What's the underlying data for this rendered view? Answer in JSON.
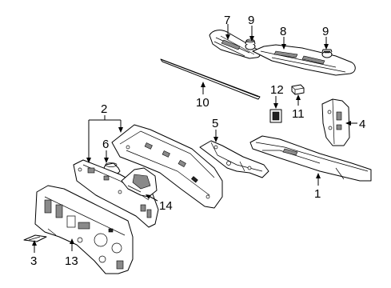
{
  "callouts": {
    "c1": "1",
    "c2": "2",
    "c3": "3",
    "c4": "4",
    "c5": "5",
    "c6": "6",
    "c7": "7",
    "c8": "8",
    "c9a": "9",
    "c9b": "9",
    "c10": "10",
    "c11": "11",
    "c12": "12",
    "c13": "13",
    "c14": "14"
  }
}
